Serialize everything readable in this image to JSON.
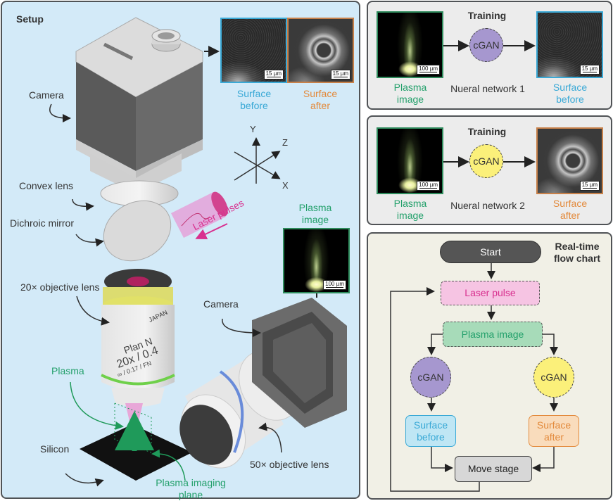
{
  "setup": {
    "title": "Setup",
    "labels": {
      "camera_top": "Camera",
      "convex_lens": "Convex lens",
      "dichroic_mirror": "Dichroic mirror",
      "objective_20x": "20× objective lens",
      "camera_side": "Camera",
      "plasma": "Plasma",
      "silicon": "Silicon",
      "plasma_imaging_plane": "Plasma imaging\nplane",
      "objective_50x": "50× objective lens",
      "laser_pulses": "Laser pulses"
    },
    "surface_before_label": "Surface\nbefore",
    "surface_after_label": "Surface\nafter",
    "plasma_image_label": "Plasma\nimage",
    "scale_15": "15 µm",
    "scale_100": "100 µm",
    "axes": {
      "x": "X",
      "y": "Y",
      "z": "Z"
    },
    "objective_text": {
      "brand": "JAPAN",
      "line1": "Plan N",
      "line2": "20x / 0.4",
      "line3": "∞ / 0.17 / FN"
    }
  },
  "training1": {
    "title": "Training",
    "input_label": "Plasma\nimage",
    "network": "cGAN",
    "network_label": "Nueral network 1",
    "output_label": "Surface\nbefore",
    "scale_in": "100 µm",
    "scale_out": "15 µm",
    "network_color": "#a697cf"
  },
  "training2": {
    "title": "Training",
    "input_label": "Plasma\nimage",
    "network": "cGAN",
    "network_label": "Nueral network 2",
    "output_label": "Surface\nafter",
    "scale_in": "100 µm",
    "scale_out": "15 µm",
    "network_color": "#fbf07a"
  },
  "flow": {
    "title": "Real-time\nflow chart",
    "start": "Start",
    "laser_pulse": "Laser pulse",
    "plasma_image": "Plasma image",
    "cgan_left": "cGAN",
    "cgan_right": "cGAN",
    "surface_before": "Surface\nbefore",
    "surface_after": "Surface\nafter",
    "move_stage": "Move stage"
  },
  "colors": {
    "green": "#23a06b",
    "blue": "#3aa9d6",
    "orange": "#e38a3c",
    "magenta": "#d8308f",
    "purple": "#a697cf",
    "yellow": "#fbf07a"
  }
}
